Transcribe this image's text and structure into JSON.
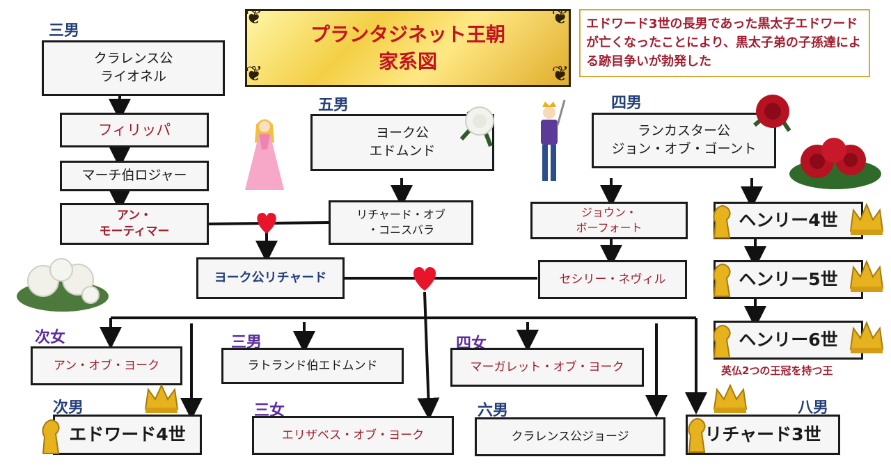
{
  "title": {
    "line1": "プランタジネット王朝",
    "line2": "家系図"
  },
  "note": "エドワード3世の長男であった黒太子エドワードが亡くなったことにより、黒太子弟の子孫達による跡目争いが勃発した",
  "labels": {
    "third_son": "三男",
    "fifth_son": "五男",
    "fourth_son": "四男",
    "second_daughter": "次女",
    "third_son_b": "三男",
    "fourth_daughter": "四女",
    "second_son": "次男",
    "third_daughter": "三女",
    "sixth_son": "六男",
    "eighth_son": "八男"
  },
  "people": {
    "lionel": {
      "line1": "クラレンス公",
      "line2": "ライオネル"
    },
    "philippa": "フィリッパ",
    "roger": "マーチ伯ロジャー",
    "anne_mortimer": {
      "line1": "アン・",
      "line2": "モーティマー"
    },
    "edmund_york": {
      "line1": "ヨーク公",
      "line2": "エドムンド"
    },
    "richard_cambridge": {
      "line1": "リチャード・オブ",
      "line2": "・コニスバラ"
    },
    "richard_york": "ヨーク公リチャード",
    "john_gaunt": {
      "line1": "ランカスター公",
      "line2": "ジョン・オブ・ゴーント"
    },
    "joan_beaufort": {
      "line1": "ジョウン・",
      "line2": "ボーフォート"
    },
    "cecily_neville": "セシリー・ネヴィル",
    "henry4": "ヘンリー4世",
    "henry5": "ヘンリー5世",
    "henry6": "ヘンリー6世",
    "anne_york": "アン・オブ・ヨーク",
    "edmund_rutland": "ラトランド伯エドムンド",
    "margaret_york": "マーガレット・オブ・ヨーク",
    "edward4": "エドワード4世",
    "elizabeth_york": "エリザベス・オブ・ヨーク",
    "george_clarence": "クラレンス公ジョージ",
    "richard3": "リチャード3世"
  },
  "caption_henry6": "英仏2つの王冠を持つ王",
  "colors": {
    "border": "#1a1a1a",
    "red_text": "#a01d2e",
    "blue_text": "#233f7a",
    "purple_text": "#5b2da0",
    "heart": "#e8142a",
    "gold": "#e6b31e"
  },
  "icons": [
    "heart-icon",
    "crown-icon",
    "lion-icon",
    "rose-icon",
    "princess-icon",
    "prince-icon",
    "ornament-icon"
  ]
}
